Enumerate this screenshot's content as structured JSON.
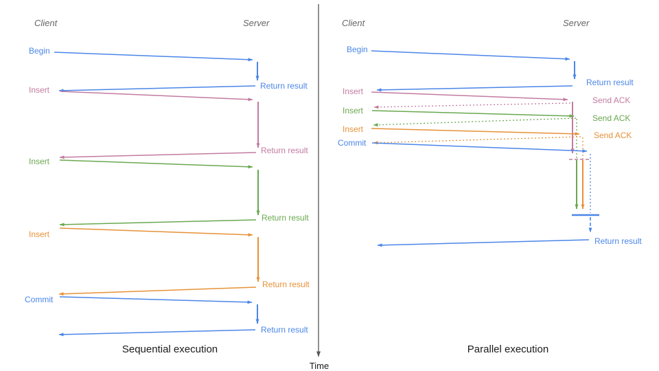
{
  "colors": {
    "blue": "#4a86e8",
    "pink": "#c27ba0",
    "green": "#6aa84f",
    "orange": "#e69138",
    "axis": "#555555",
    "header_text": "#666666",
    "title_text": "#1a1a1a"
  },
  "time_axis": {
    "label": "Time"
  },
  "sequential": {
    "title": "Sequential execution",
    "client_header": "Client",
    "server_header": "Server",
    "steps": [
      {
        "request": "Begin",
        "color": "blue",
        "response": "Return result"
      },
      {
        "request": "Insert",
        "color": "pink",
        "response": "Return result"
      },
      {
        "request": "Insert",
        "color": "green",
        "response": "Return result"
      },
      {
        "request": "Insert",
        "color": "orange",
        "response": "Return result"
      },
      {
        "request": "Commit",
        "color": "blue",
        "response": "Return result"
      }
    ]
  },
  "parallel": {
    "title": "Parallel execution",
    "client_header": "Client",
    "server_header": "Server",
    "steps": [
      {
        "request": "Begin",
        "color": "blue",
        "response": "Return result"
      },
      {
        "request": "Insert",
        "color": "pink",
        "response": "Send ACK"
      },
      {
        "request": "Insert",
        "color": "green",
        "response": "Send ACK"
      },
      {
        "request": "Insert",
        "color": "orange",
        "response": "Send ACK"
      },
      {
        "request": "Commit",
        "color": "blue",
        "response": "Return result"
      }
    ]
  }
}
